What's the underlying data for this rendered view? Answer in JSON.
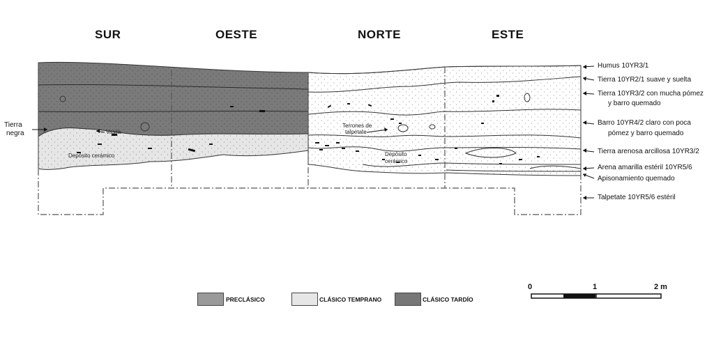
{
  "walls": [
    "SUR",
    "OESTE",
    "NORTE",
    "ESTE"
  ],
  "layers": [
    "Humus 10YR3/1",
    "Tierra 10YR2/1 suave y suelta",
    "Tierra 10YR3/2 con mucha pómez",
    "y barro quemado",
    "Barro 10YR4/2 claro con poca",
    "pómez y barro quemado",
    "Tierra arenosa arcillosa 10YR3/2",
    "Arena amarilla estéril 10YR5/6",
    "Apisonamiento quemado",
    "Talpetate 10YR5/6 estéril"
  ],
  "annotations": {
    "tierra_negra_1": "Tierra",
    "tierra_negra_2": "negra",
    "vasija": "Vasija",
    "deposito_sur": "Depósito cerámico",
    "terrones_1": "Terrones de",
    "terrones_2": "talpetate",
    "deposito_norte_1": "Depósito",
    "deposito_norte_2": "cerámico"
  },
  "legend": {
    "preclasico": "PRECLÁSICO",
    "clasico_temprano": "CLÁSICO TEMPRANO",
    "clasico_tardio": "CLÁSICO TARDÍO",
    "colors": {
      "preclasico": "#9a9a9a",
      "clasico_temprano": "#e6e6e6",
      "clasico_tardio": "#777777"
    }
  },
  "scale": {
    "zero": "0",
    "one": "1",
    "two": "2 m"
  }
}
